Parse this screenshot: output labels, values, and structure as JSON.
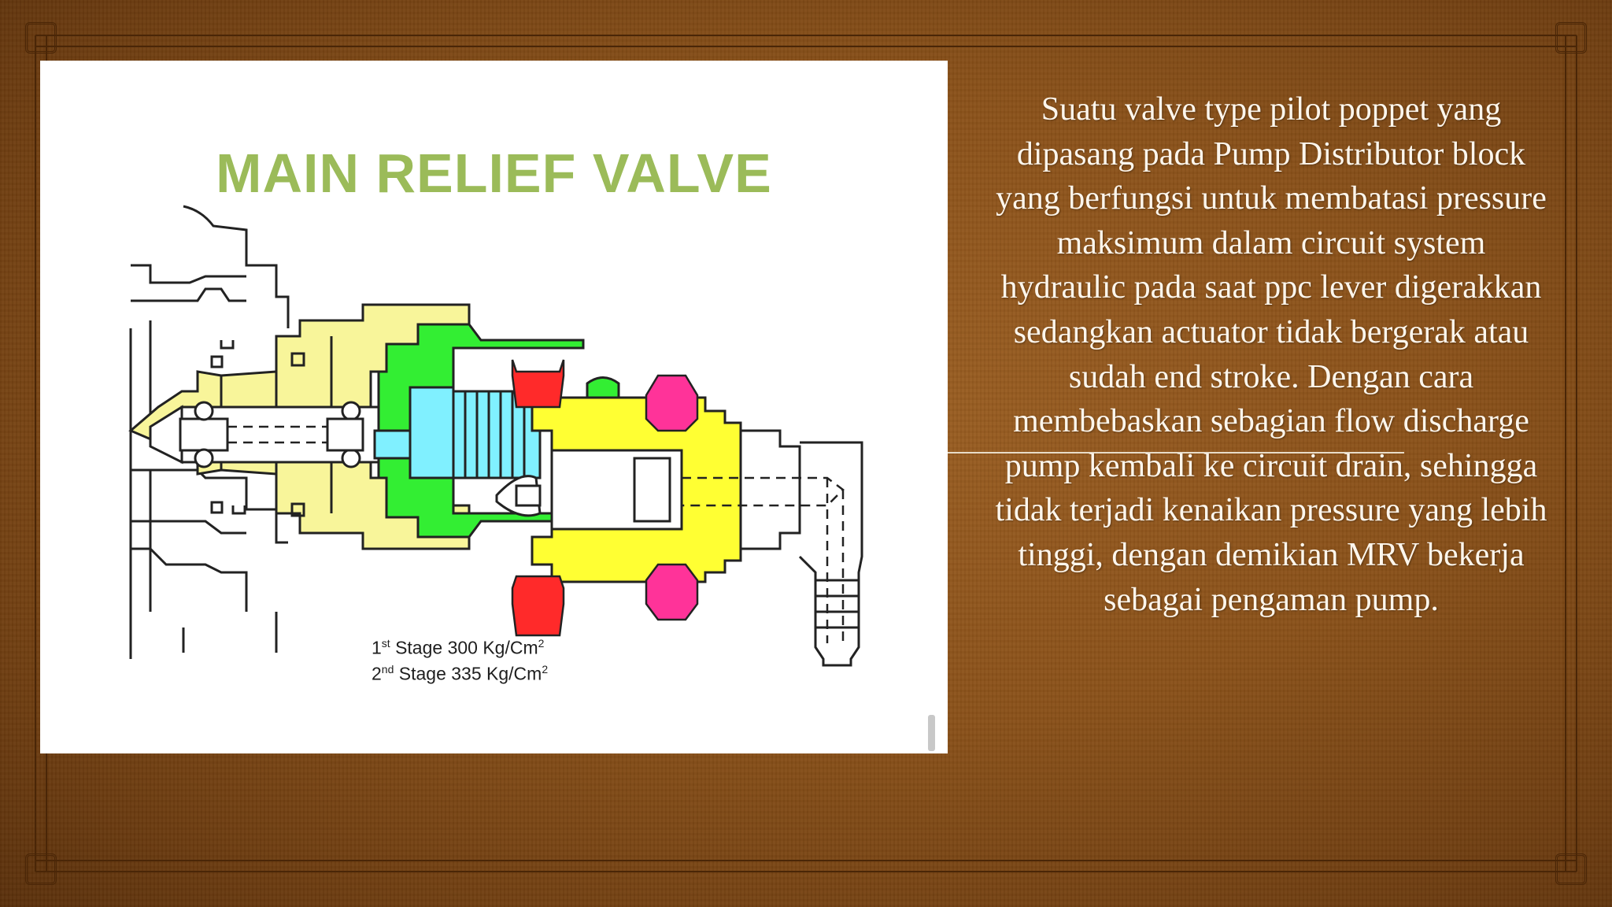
{
  "slide": {
    "diagram": {
      "title": "MAIN RELIEF VALVE",
      "stage_1": {
        "ordinal": "1",
        "suffix": "st",
        "text": " Stage 300 Kg/Cm",
        "exp": "2"
      },
      "stage_2": {
        "ordinal": "2",
        "suffix": "nd",
        "text": " Stage 335 Kg/Cm",
        "exp": "2"
      }
    },
    "body_text": "Suatu valve type pilot poppet yang dipasang pada Pump Distributor block yang berfungsi untuk membatasi pressure maksimum dalam circuit system hydraulic pada saat ppc lever digerakkan sedangkan actuator tidak bergerak atau sudah end stroke. Dengan cara membebaskan sebagian flow discharge pump kembali ke circuit drain, sehingga tidak terjadi kenaikan pressure yang lebih tinggi, dengan demikian MRV bekerja sebagai pengaman pump."
  },
  "colors": {
    "background": "#8a5119",
    "title_green": "#9bbb59",
    "housing_yellow": "#f8f59a",
    "nut_yellow": "#ffff33",
    "green_part": "#33ee33",
    "cyan_part": "#80f0ff",
    "red_seal": "#ff2a2a",
    "pink_seal": "#ff3399",
    "text": "#fdf6ec"
  }
}
